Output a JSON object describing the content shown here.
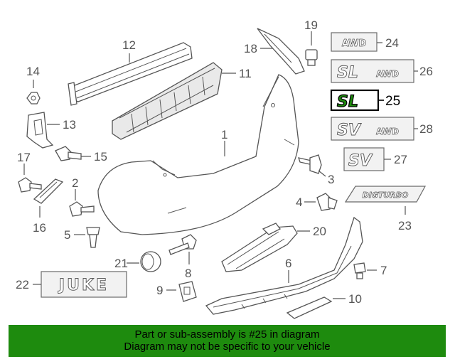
{
  "callouts": {
    "c1": "1",
    "c2": "2",
    "c3": "3",
    "c4": "4",
    "c5": "5",
    "c6": "6",
    "c7": "7",
    "c8": "8",
    "c9": "9",
    "c10": "10",
    "c11": "11",
    "c12": "12",
    "c13": "13",
    "c14": "14",
    "c15": "15",
    "c16": "16",
    "c17": "17",
    "c18": "18",
    "c19": "19",
    "c20": "20",
    "c21": "21",
    "c22": "22",
    "c23": "23",
    "c24": "24",
    "c25": "25",
    "c26": "26",
    "c27": "27",
    "c28": "28"
  },
  "badges": {
    "awd": "AWD",
    "sl": "SL",
    "sl_awd": "AWD",
    "sl_highlight": "SL",
    "sv": "SV",
    "sv_awd": "AWD",
    "sv_plain": "SV",
    "digturbo": "DIGTURBO",
    "juke": "JUKE"
  },
  "highlight": {
    "part": "25",
    "color": "#1e8b0e"
  },
  "footer": {
    "line1": "Part or sub-assembly is #25 in diagram",
    "line2": "Diagram may not be specific to your vehicle",
    "background": "#1e8b0e"
  }
}
